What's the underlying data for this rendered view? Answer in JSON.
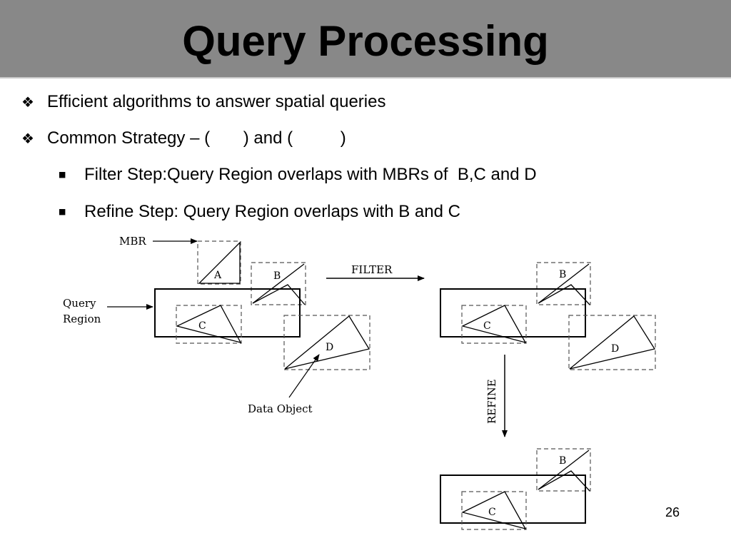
{
  "slide": {
    "title": "Query Processing",
    "page_number": "26"
  },
  "bullets": [
    {
      "text": "Efficient algorithms to answer spatial queries",
      "level": 1,
      "marker": "diamond-icon"
    },
    {
      "text": "Common Strategy – (       ) and (          )",
      "level": 1,
      "marker": "diamond-icon"
    },
    {
      "text": "Filter Step:Query Region overlaps with MBRs of  B,C and D",
      "level": 2,
      "marker": "square-bullet-icon"
    },
    {
      "text": "Refine Step: Query Region overlaps with B and C",
      "level": 2,
      "marker": "square-bullet-icon"
    }
  ],
  "diagram": {
    "labels": {
      "mbr": "MBR",
      "query_line1": "Query",
      "query_line2": "Region",
      "data_object": "Data Object",
      "filter": "FILTER",
      "refine": "REFINE"
    },
    "objects": [
      "A",
      "B",
      "C",
      "D"
    ],
    "filter_result": [
      "B",
      "C",
      "D"
    ],
    "refine_result": [
      "B",
      "C"
    ]
  }
}
